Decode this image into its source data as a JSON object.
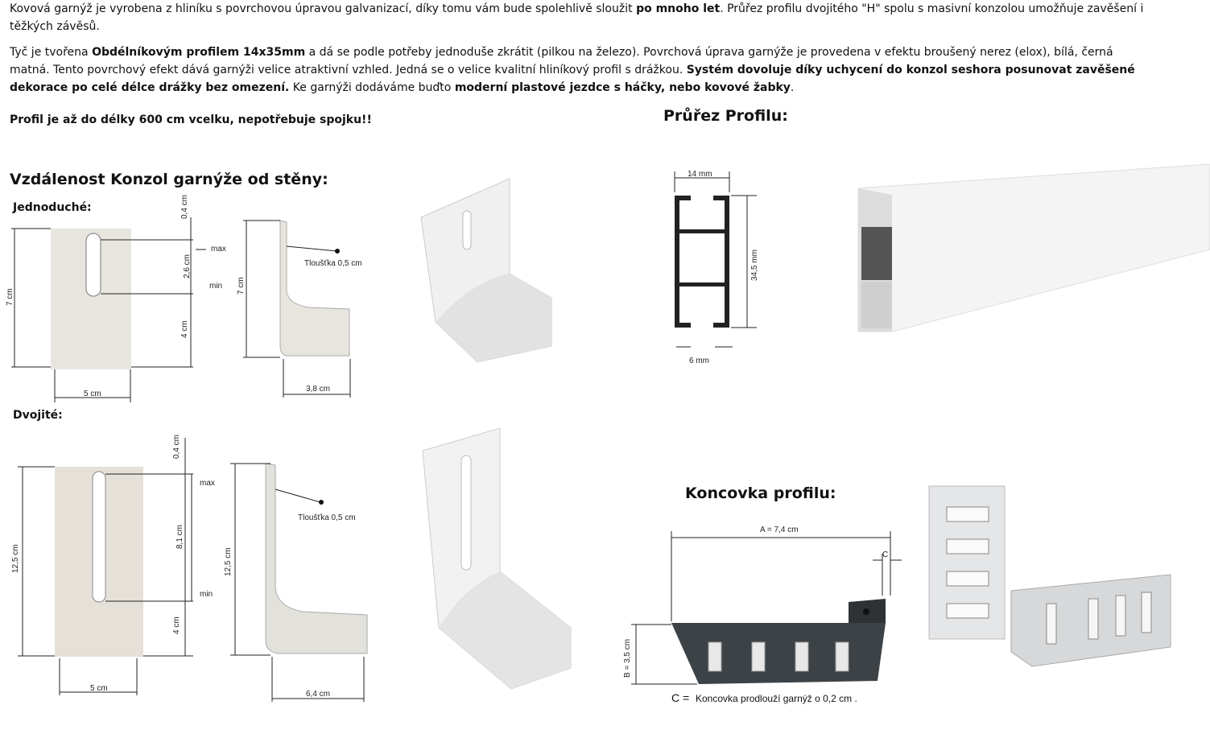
{
  "intro": {
    "p1": [
      {
        "t": "Kovová garnýž je vyrobena z hliníku s povrchovou úpravou galvanizací, díky tomu vám bude spolehlivě sloužit ",
        "b": false
      },
      {
        "t": "po mnoho let",
        "b": true
      },
      {
        "t": ". Průřez profilu dvojitého \"H\" spolu s masivní konzolou umožňuje zavěšení i těžkých závěsů.",
        "b": false
      }
    ],
    "p2": [
      {
        "t": " Tyč je tvořena ",
        "b": false
      },
      {
        "t": "Obdélníkovým profilem 14x35mm",
        "b": true
      },
      {
        "t": " a dá se podle potřeby jednoduše zkrátit (pilkou na železo). Povrchová úprava garnýže je provedena v efektu broušený nerez (elox), bílá, černá matná. Tento povrchový efekt dává garnýži velice atraktivní vzhled. Jedná se o velice kvalitní hliníkový profil s drážkou. ",
        "b": false
      },
      {
        "t": "Systém dovoluje díky uchycení do konzol seshora posunovat zavěšené dekorace po celé délce drážky bez omezení.",
        "b": true
      },
      {
        "t": " Ke garnýži dodáváme buďto ",
        "b": false
      },
      {
        "t": "moderní plastové jezdce s háčky, nebo kovové žabky",
        "b": true
      },
      {
        "t": ".",
        "b": false
      }
    ],
    "p3": "Profil je až do délky 600 cm vcelku, nepotřebuje spojku!!"
  },
  "headings": {
    "distance": "Vzdálenost Konzol garnýže od stěny:",
    "cross_section": "Průřez Profilu:",
    "end_cap": "Koncovka profilu:",
    "single": "Jednoduché:",
    "double": "Dvojité:"
  },
  "single_bracket": {
    "top": "0,4 cm",
    "slot": "2,6 cm",
    "bottom": "4 cm",
    "height": "7 cm",
    "width": "5 cm",
    "max": "max",
    "min": "min",
    "side_height": "7 cm",
    "side_depth": "3,8 cm",
    "thickness": "Tloušťka 0,5 cm"
  },
  "double_bracket": {
    "top": "0,4 cm",
    "slot": "8,1 cm",
    "bottom": "4 cm",
    "height": "12,5 cm",
    "width": "5 cm",
    "max": "max",
    "min": "min",
    "side_height": "12,5 cm",
    "side_depth": "6,4 cm",
    "thickness": "Tloušťka 0,5 cm"
  },
  "profile": {
    "width": "14 mm",
    "height": "34,5 mm",
    "groove": "6 mm"
  },
  "end_cap": {
    "a": "A = 7,4 cm",
    "b": "B = 3,5 cm",
    "c": "C",
    "note_c": "C =",
    "note_text": "Koncovka prodlouží garnýž o 0,2 cm ."
  },
  "colors": {
    "text": "#111111",
    "bracket": "#e8e5df",
    "cap": "#3d4246",
    "steel": "#d6d8da"
  }
}
